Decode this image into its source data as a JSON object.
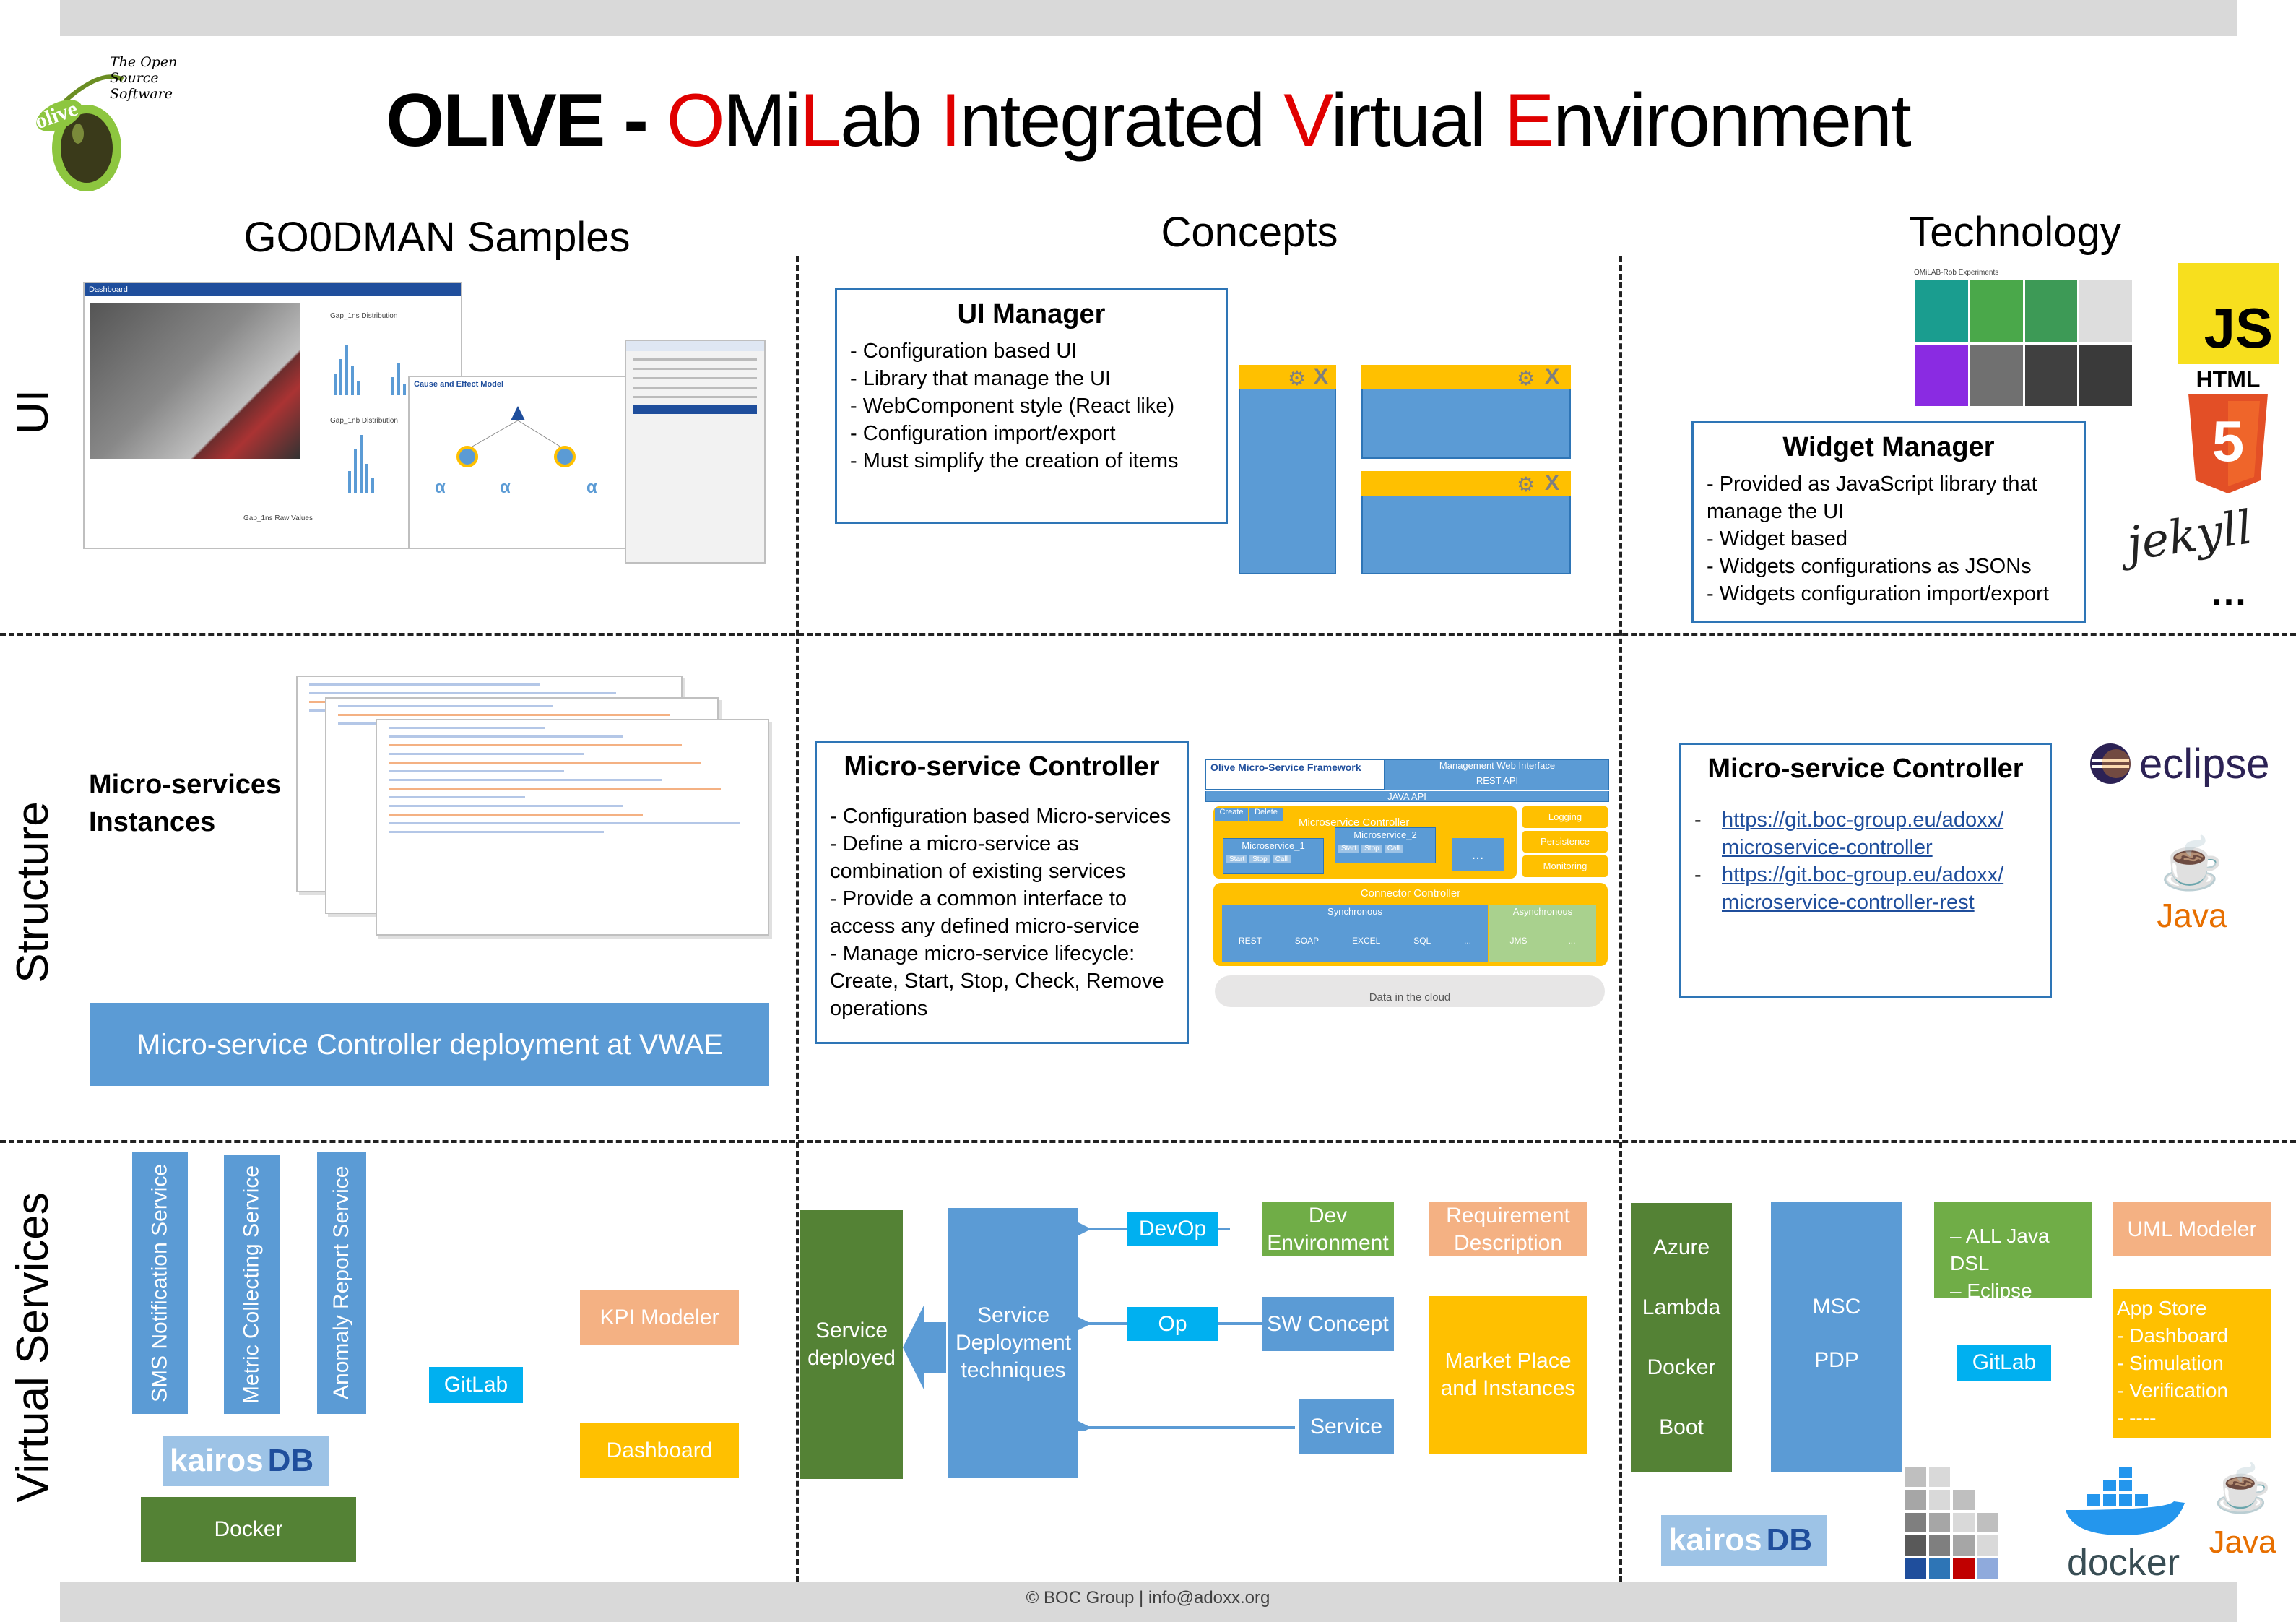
{
  "title": {
    "bold": "OLIVE - ",
    "o": "O",
    "mi": "Mi",
    "l": "L",
    "ab": "ab ",
    "i": "I",
    "ntegrated": "ntegrated ",
    "v": "V",
    "irtual": "irtual ",
    "e": "E",
    "nvironment": "nvironment"
  },
  "logo": {
    "word": "olive",
    "tagline": "The Open Source Software"
  },
  "columns": {
    "samples": "GO0DMAN Samples",
    "concepts": "Concepts",
    "technology": "Technology"
  },
  "rows": {
    "ui": "UI",
    "structure": "Structure",
    "virtual": "Virtual Services"
  },
  "ui_manager": {
    "title": "UI Manager",
    "items": [
      "- Configuration based UI",
      "- Library that manage the UI",
      "- WebComponent style (React like)",
      "- Configuration import/export",
      "- Must simplify the creation of items"
    ]
  },
  "widget_manager": {
    "title": "Widget Manager",
    "items": [
      "- Provided as JavaScript library that manage the UI",
      "- Widget based",
      "- Widgets configurations as JSONs",
      "- Widgets configuration import/export"
    ]
  },
  "tech_ui": {
    "js": "JS",
    "html": "HTML",
    "html_num": "5",
    "jekyll": "jekyll",
    "more": "…",
    "experiments": "OMiLAB-Rob Experiments"
  },
  "samples": {
    "dashboard": "Dashboard",
    "cause_effect": "Cause and Effect Model",
    "gap1": "Gap_1ns Distribution",
    "gap2": "Gap_1nb Distribution",
    "gap3": "Gap_1ns Raw Values"
  },
  "structure": {
    "instances": "Micro-services Instances",
    "deployment": "Micro-service Controller deployment at VWAE",
    "concept_title": "Micro-service Controller",
    "concept_items": [
      "- Configuration based Micro-services",
      "- Define a micro-service as combination of existing services",
      "- Provide a common interface to access any defined micro-service",
      "- Manage micro-service lifecycle: Create, Start, Stop, Check, Remove operations"
    ],
    "tech_title": "Micro-service Controller",
    "links": [
      "https://git.boc-group.eu/adoxx/microservice-controller",
      "https://git.boc-group.eu/adoxx/microservice-controller-rest"
    ],
    "eclipse": "eclipse",
    "java": "Java"
  },
  "framework": {
    "name": "Olive Micro-Service Framework",
    "mgmt": "Management Web Interface",
    "rest": "REST API",
    "java": "JAVA API",
    "create": "Create",
    "delete": "Delete",
    "controller": "Microservice Controller",
    "ms1": "Microservice_1",
    "ms2": "Microservice_2",
    "start": "Start",
    "stop": "Stop",
    "call": "Call",
    "dots": "...",
    "logging": "Logging",
    "persistence": "Persistence",
    "monitoring": "Monitoring",
    "connector": "Connector Controller",
    "sync": "Synchronous",
    "async": "Asynchronous",
    "protocols": [
      "REST",
      "SOAP",
      "EXCEL",
      "SQL",
      "..."
    ],
    "async_protocols": [
      "JMS",
      "..."
    ],
    "cloud": "Data in the cloud"
  },
  "virtual": {
    "services": [
      "SMS Notification Service",
      "Metric Collecting Service",
      "Anomaly Report Service"
    ],
    "gitlab": "GitLab",
    "kpi": "KPI Modeler",
    "dashboard": "Dashboard",
    "kairos": "kairos",
    "kairos_db": "DB",
    "docker": "Docker",
    "service_deployed": "Service deployed",
    "sdt": "Service Deployment techniques",
    "devop": "DevOp",
    "op": "Op",
    "dev_env": "Dev Environment",
    "sw_concept": "SW Concept",
    "service": "Service",
    "req": "Requirement Description",
    "market": "Market Place and Instances",
    "platforms": [
      "Azure",
      "Lambda",
      "Docker",
      "Boot"
    ],
    "msc": "MSC",
    "pdp": "PDP",
    "java_dsl": [
      "–  ALL Java DSL",
      "–  Eclipse"
    ],
    "uml": "UML Modeler",
    "gitlab2": "GitLab",
    "appstore": "App Store",
    "appstore_items": [
      "-   Dashboard",
      "-   Simulation",
      "-   Verification",
      "-   ----"
    ],
    "docker_logo": "docker",
    "java_logo": "Java"
  },
  "footer": "© BOC Group | info@adoxx.org"
}
